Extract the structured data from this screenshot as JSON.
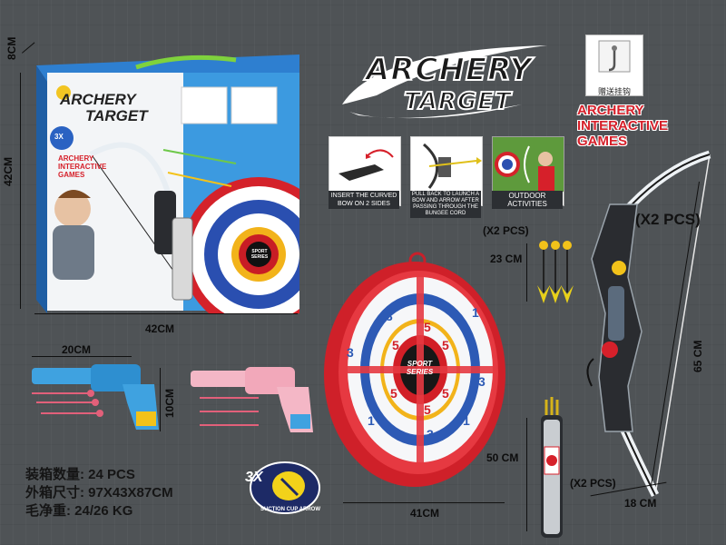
{
  "colors": {
    "background": "#4f5356",
    "accent_red": "#d6202a",
    "accent_blue": "#2a4fb0",
    "white": "#ffffff"
  },
  "logo": {
    "line1": "ARCHERY",
    "line2": "TARGET"
  },
  "title_red": {
    "line1": "ARCHERY",
    "line2": "INTERACTIVE",
    "line3": "GAMES"
  },
  "features": [
    {
      "caption": "INSERT THE CURVED BOW ON 2 SIDES"
    },
    {
      "caption": "PULL BACK TO LAUNCH A BOW AND ARROW AFTER PASSING THROUGH THE BUNGEE CORD"
    },
    {
      "caption": "OUTDOOR ACTIVITIES"
    }
  ],
  "gift": {
    "label": "赠送挂钩"
  },
  "box": {
    "title_line1": "ARCHERY",
    "title_line2": "TARGET",
    "subtitle_line1": "ARCHERY",
    "subtitle_line2": "INTERACTIVE",
    "subtitle_line3": "GAMES",
    "badge": "3X",
    "target_center": "SPORT SERIES"
  },
  "target": {
    "center_label": "SPORT SERIES",
    "numbers": [
      "3",
      "1",
      "5",
      "5",
      "1",
      "3",
      "5",
      "5",
      "3",
      "1",
      "3",
      "1",
      "5",
      "5"
    ]
  },
  "dimensions": {
    "box_depth": "8CM",
    "box_height": "42CM",
    "box_width": "42CM",
    "gun_width": "20CM",
    "gun_height": "10CM",
    "target_width": "41CM",
    "arrows_qty": "(X2 PCS)",
    "arrows_length": "23 CM",
    "quiver_qty": "(X2 PCS)",
    "quiver_height": "50 CM",
    "bow_qty": "(X2 PCS)",
    "bow_height": "65 CM",
    "bow_width": "18 CM"
  },
  "specs": [
    {
      "label": "装箱数量:",
      "value": "24 PCS"
    },
    {
      "label": "外箱尺寸:",
      "value": "97X43X87CM"
    },
    {
      "label": "毛净重:",
      "value": "24/26 KG"
    }
  ],
  "badge3x": {
    "text": "3X",
    "ring": "SUCTION CUP ARROW"
  }
}
